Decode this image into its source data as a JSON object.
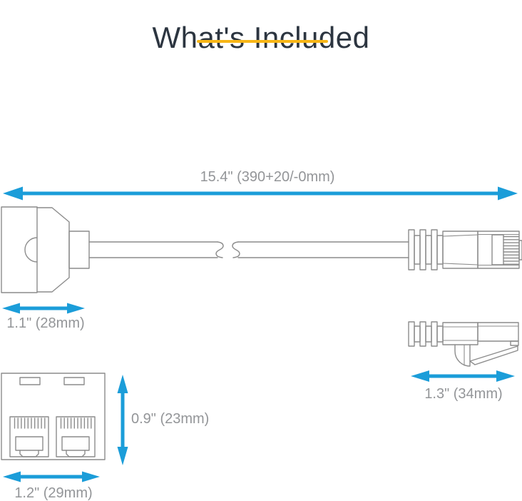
{
  "title": "What's Included",
  "dimensions": {
    "cable_length": "15.4\" (390+20/-0mm)",
    "splitter_width": "1.1\" (28mm)",
    "connector_length": "1.3\" (34mm)",
    "splitter_height": "0.9\" (23mm)",
    "front_width": "1.2\" (29mm)"
  },
  "colors": {
    "title_text": "#2C3540",
    "underline_yellow": "#F8B616",
    "dimension_arrow_blue": "#1B9DD9",
    "dimension_text_gray": "#939598",
    "line_art_gray": "#8C8C8C",
    "background": "#FFFFFF"
  }
}
